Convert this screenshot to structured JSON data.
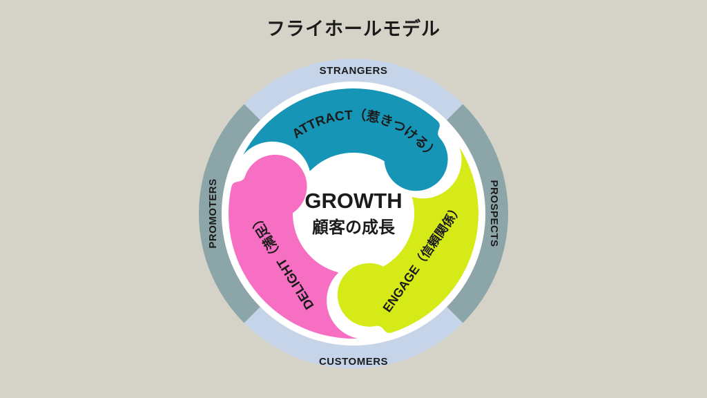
{
  "title": "フライホールモデル",
  "colors": {
    "background": "#d5d3c8",
    "ring_blue": "#c5d4e9",
    "ring_slate": "#8ca5a9",
    "attract": "#1795b7",
    "engage": "#d6ea18",
    "delight": "#f76fc3",
    "white": "#ffffff",
    "text": "#1b1b1b"
  },
  "outer_ring": {
    "top": "STRANGERS",
    "right": "PROSPECTS",
    "bottom": "CUSTOMERS",
    "left": "PROMOTERS"
  },
  "segments": {
    "attract": "ATTRACT（惹きつける）",
    "engage": "ENGAGE（信頼関係）",
    "delight": "DELIGHT（満足）"
  },
  "center": {
    "line1": "GROWTH",
    "line2": "顧客の成長"
  }
}
